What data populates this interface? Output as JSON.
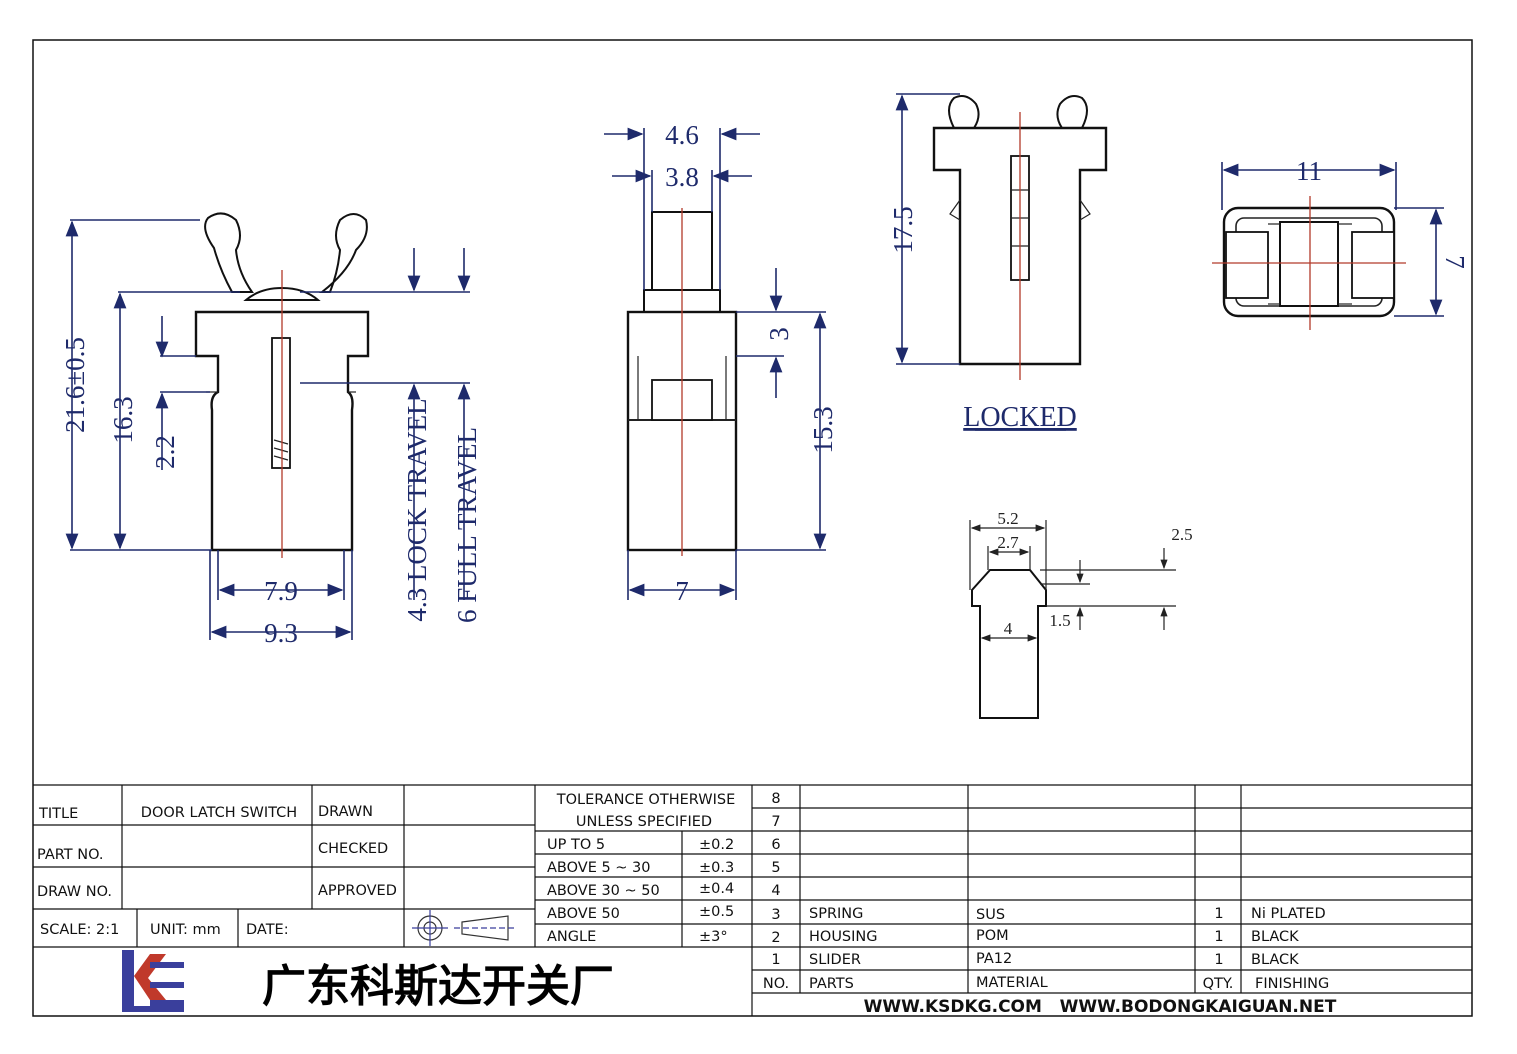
{
  "drawing": {
    "front_dims": {
      "overall_height": "21.6±0.5",
      "body_height": "16.3",
      "flange_offset": "2.2",
      "inner_width": "7.9",
      "outer_width": "9.3",
      "lock_travel": "4.3 LOCK TRAVEL",
      "full_travel": "6 FULL TRAVEL"
    },
    "side_dims": {
      "top_width": "4.6",
      "inner_top_width": "3.8",
      "step": "3",
      "body": "15.3",
      "bottom_width": "7"
    },
    "locked_dims": {
      "height": "17.5"
    },
    "locked_label": "LOCKED",
    "top_dims": {
      "width": "11",
      "depth": "7"
    },
    "detail_dims": {
      "width_a": "5.2",
      "width_b": "2.7",
      "gap_a": "2.5",
      "gap_b": "1.5",
      "stem": "4"
    }
  },
  "title_block": {
    "title_label": "TITLE",
    "title_value": "DOOR LATCH SWITCH",
    "part_no_label": "PART NO.",
    "draw_no_label": "DRAW NO.",
    "drawn_label": "DRAWN",
    "checked_label": "CHECKED",
    "approved_label": "APPROVED",
    "scale": "SCALE: 2:1",
    "unit": "UNIT: mm",
    "date": "DATE:",
    "company": "广东科斯达开关厂",
    "websites": "WWW.KSDKG.COM   WWW.BODONGKAIGUAN.NET"
  },
  "tolerance": {
    "header_1": "TOLERANCE OTHERWISE",
    "header_2": "UNLESS SPECIFIED",
    "rows": [
      {
        "range": "UP TO 5",
        "value": "±0.2"
      },
      {
        "range": "ABOVE 5 ~ 30",
        "value": "±0.3"
      },
      {
        "range": "ABOVE 30 ~ 50",
        "value": "±0.4"
      },
      {
        "range": "ABOVE 50",
        "value": "±0.5"
      },
      {
        "range": "ANGLE",
        "value": "±3°"
      }
    ]
  },
  "bom": {
    "rows": [
      {
        "no": "8",
        "part": "",
        "material": "",
        "qty": "",
        "finishing": ""
      },
      {
        "no": "7",
        "part": "",
        "material": "",
        "qty": "",
        "finishing": ""
      },
      {
        "no": "6",
        "part": "",
        "material": "",
        "qty": "",
        "finishing": ""
      },
      {
        "no": "5",
        "part": "",
        "material": "",
        "qty": "",
        "finishing": ""
      },
      {
        "no": "4",
        "part": "",
        "material": "",
        "qty": "",
        "finishing": ""
      },
      {
        "no": "3",
        "part": "SPRING",
        "material": "SUS",
        "qty": "1",
        "finishing": "Ni PLATED"
      },
      {
        "no": "2",
        "part": "HOUSING",
        "material": "POM",
        "qty": "1",
        "finishing": "BLACK"
      },
      {
        "no": "1",
        "part": "SLIDER",
        "material": "PA12",
        "qty": "1",
        "finishing": "BLACK"
      }
    ],
    "header": {
      "no": "NO.",
      "part": "PARTS",
      "material": "MATERIAL",
      "qty": "QTY.",
      "finishing": "FINISHING"
    }
  },
  "colors": {
    "dimension": "#1e2a6b",
    "centerline": "#b23a2a",
    "logo_blue": "#3a3f9c",
    "logo_red": "#c0392b"
  }
}
